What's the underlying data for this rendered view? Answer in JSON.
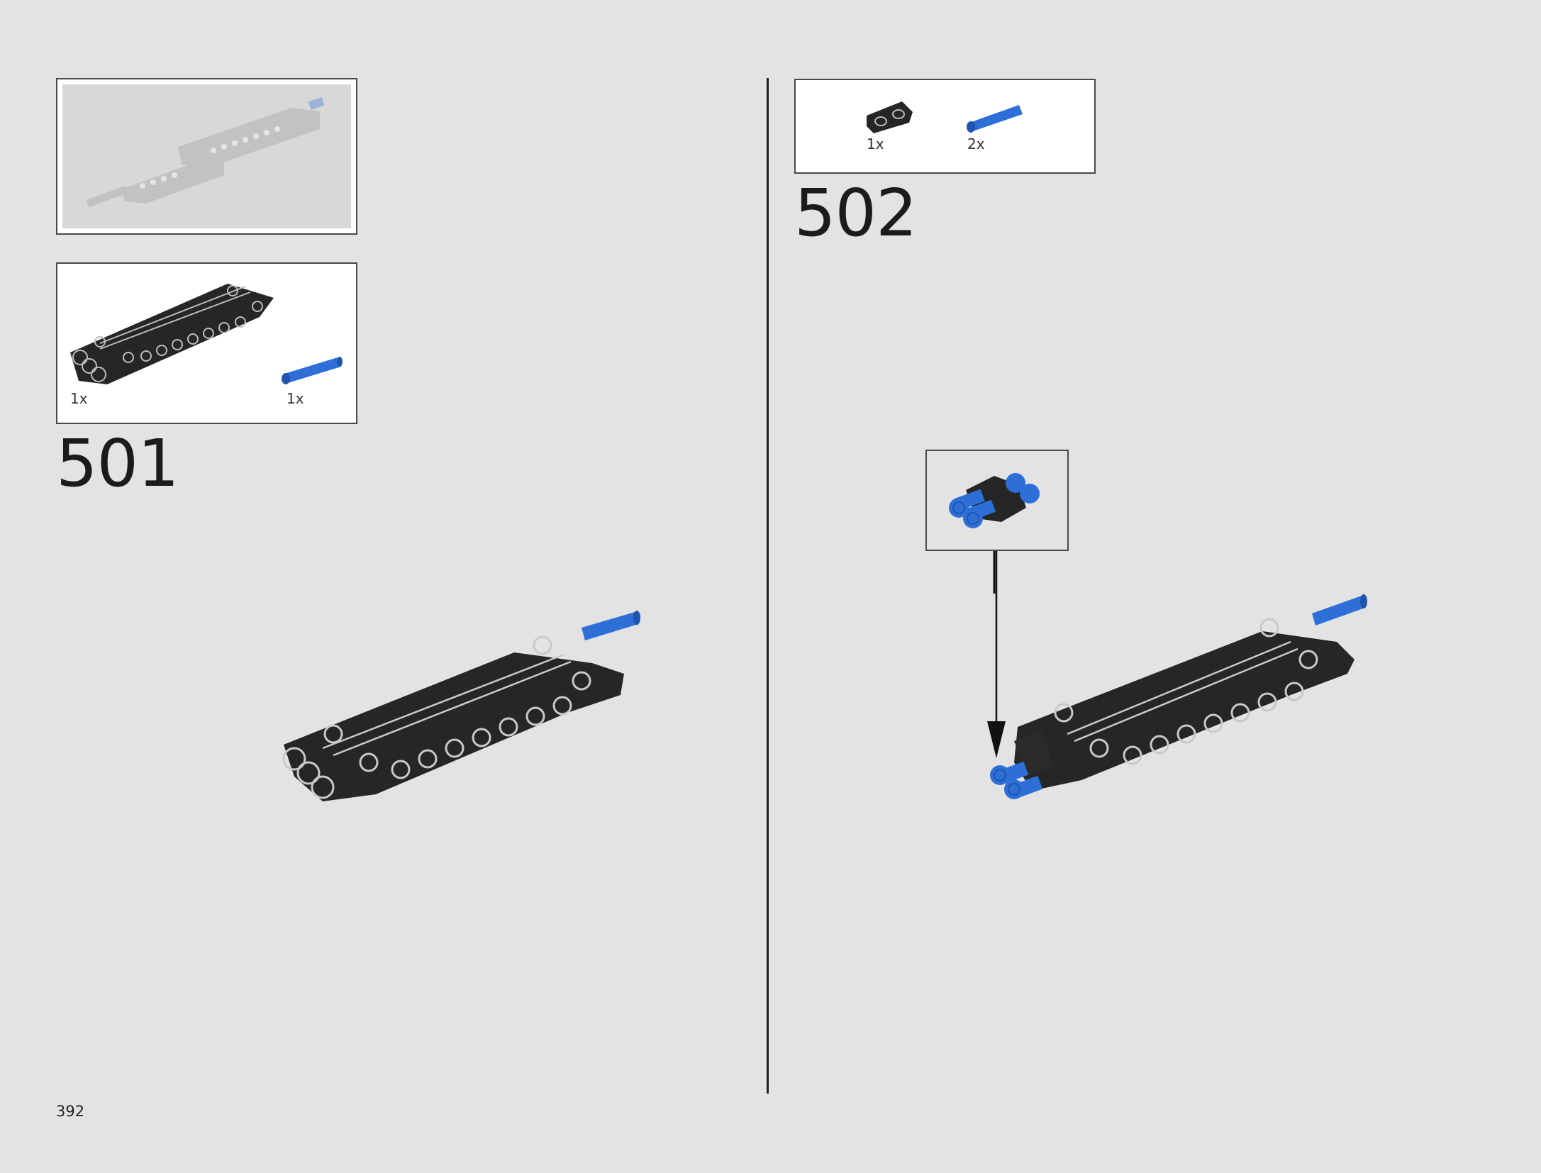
{
  "page": {
    "number": "392"
  },
  "steps": [
    {
      "number": "501",
      "previous_assembly_label": "previous-assembly",
      "parts": [
        {
          "qty": "1x",
          "part": "black technic panel 3x11"
        },
        {
          "qty": "1x",
          "part": "blue axle pin with friction"
        }
      ]
    },
    {
      "number": "502",
      "parts": [
        {
          "qty": "1x",
          "part": "black technic beam 2"
        },
        {
          "qty": "2x",
          "part": "blue axle pin with friction"
        }
      ],
      "sub_assembly": "beam with pins"
    }
  ],
  "colors": {
    "background": "#e3e3e3",
    "part_black": "#2a2a2a",
    "part_blue": "#2d6fd6",
    "divider": "#1e1e1e"
  }
}
